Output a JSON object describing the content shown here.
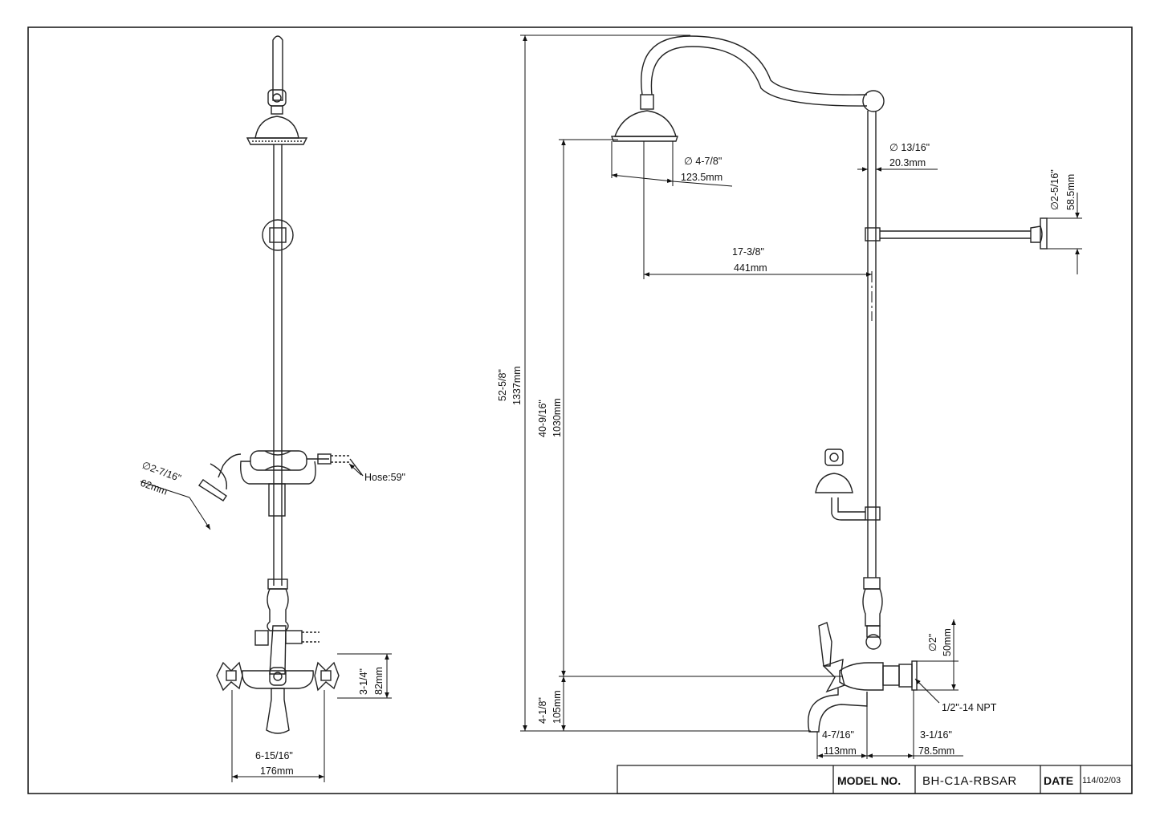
{
  "left_view": {
    "handshower_diameter": {
      "inch": "∅2-7/16\"",
      "mm": "62mm"
    },
    "hose_label": "Hose:59\"",
    "faucet_height": {
      "inch": "3-1/4\"",
      "mm": "82mm"
    },
    "faucet_width": {
      "inch": "6-15/16\"",
      "mm": "176mm"
    }
  },
  "right_view": {
    "total_height": {
      "inch": "52-5/8\"",
      "mm": "1337mm"
    },
    "showerhead_height": {
      "inch": "40-9/16\"",
      "mm": "1030mm"
    },
    "showerhead_diameter": {
      "inch": "∅ 4-7/8\"",
      "mm": "123.5mm"
    },
    "pipe_diameter": {
      "inch": "∅ 13/16\"",
      "mm": "20.3mm"
    },
    "flange_diameter": {
      "inch": "∅2-5/16\"",
      "mm": "58.5mm"
    },
    "arm_reach": {
      "inch": "17-3/8\"",
      "mm": "441mm"
    },
    "inlet_height": {
      "inch": "4-1/8\"",
      "mm": "105mm"
    },
    "inlet_diameter": {
      "inch": "∅2\"",
      "mm": "50mm"
    },
    "npt_label": "1/2\"-14 NPT",
    "spout_reach": {
      "inch": "4-7/16\"",
      "mm": "113mm"
    },
    "wall_offset": {
      "inch": "3-1/16\"",
      "mm": "78.5mm"
    }
  },
  "title_block": {
    "model_label": "MODEL NO.",
    "model_value": "BH-C1A-RBSAR",
    "date_label": "DATE",
    "date_value": "114/02/03"
  }
}
